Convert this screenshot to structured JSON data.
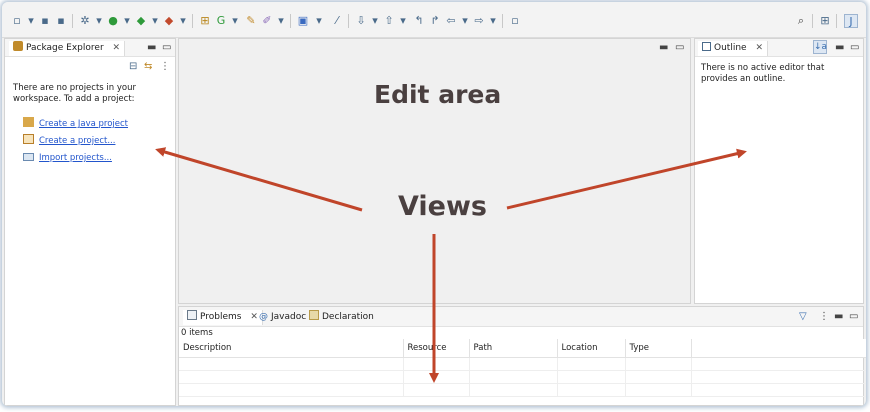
{
  "package_explorer": {
    "tab_label": "Package Explorer",
    "message": "There are no projects in your workspace. To add a project:",
    "links": [
      {
        "label": "Create a Java project",
        "icon": "new-java-project-icon"
      },
      {
        "label": "Create a project...",
        "icon": "new-project-icon"
      },
      {
        "label": "Import projects...",
        "icon": "import-icon"
      }
    ]
  },
  "outline": {
    "tab_label": "Outline",
    "message": "There is no active editor that provides an outline."
  },
  "bottom_panel": {
    "tabs": [
      {
        "label": "Problems",
        "icon": "problems-icon"
      },
      {
        "label": "Javadoc",
        "icon": "javadoc-icon"
      },
      {
        "label": "Declaration",
        "icon": "declaration-icon"
      }
    ],
    "item_count": "0 items",
    "columns": [
      "Description",
      "Resource",
      "Path",
      "Location",
      "Type"
    ]
  },
  "annotations": {
    "edit_area": "Edit area",
    "views": "Views",
    "arrow_color": "#c0452a"
  }
}
